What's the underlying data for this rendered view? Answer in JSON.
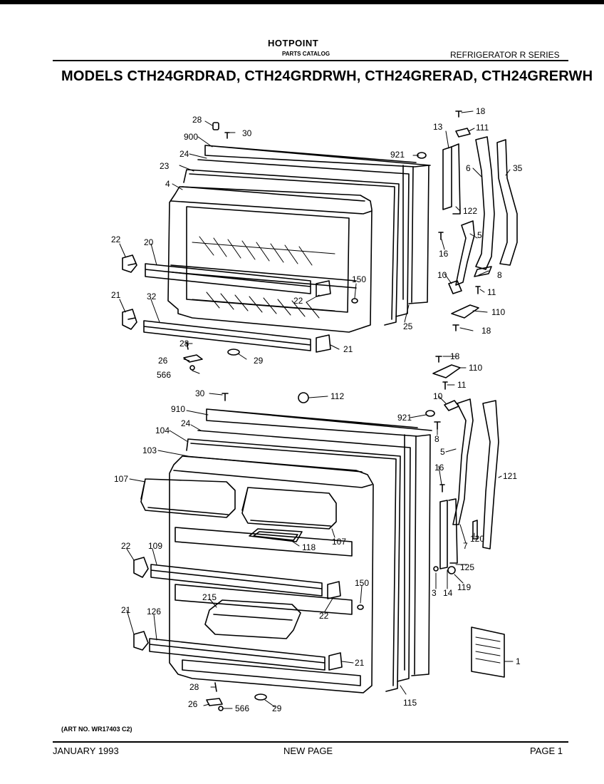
{
  "header": {
    "brand": "HOTPOINT",
    "catalog": "PARTS CATALOG",
    "series": "REFRIGERATOR R SERIES",
    "models": "MODELS CTH24GRDRAD, CTH24GRDRWH, CTH24GRERAD, CTH24GRERWH"
  },
  "labels": {
    "upper": [
      "28",
      "30",
      "900",
      "24",
      "23",
      "4",
      "921",
      "22",
      "20",
      "21",
      "32",
      "150",
      "22",
      "25",
      "28",
      "26",
      "566",
      "29",
      "21",
      "13",
      "18",
      "111",
      "6",
      "35",
      "122",
      "16",
      "5",
      "10",
      "8",
      "11",
      "110",
      "18"
    ],
    "lower": [
      "30",
      "112",
      "910",
      "24",
      "104",
      "103",
      "107",
      "921",
      "8",
      "18",
      "110",
      "11",
      "10",
      "5",
      "16",
      "121",
      "118",
      "107",
      "22",
      "109",
      "150",
      "215",
      "22",
      "21",
      "126",
      "120",
      "7",
      "3",
      "14",
      "119",
      "125",
      "21",
      "28",
      "26",
      "566",
      "29",
      "115",
      "1"
    ]
  },
  "footer": {
    "art_no": "(ART NO. WR17403 C2)",
    "date": "JANUARY 1993",
    "note": "NEW PAGE",
    "page": "PAGE 1"
  }
}
